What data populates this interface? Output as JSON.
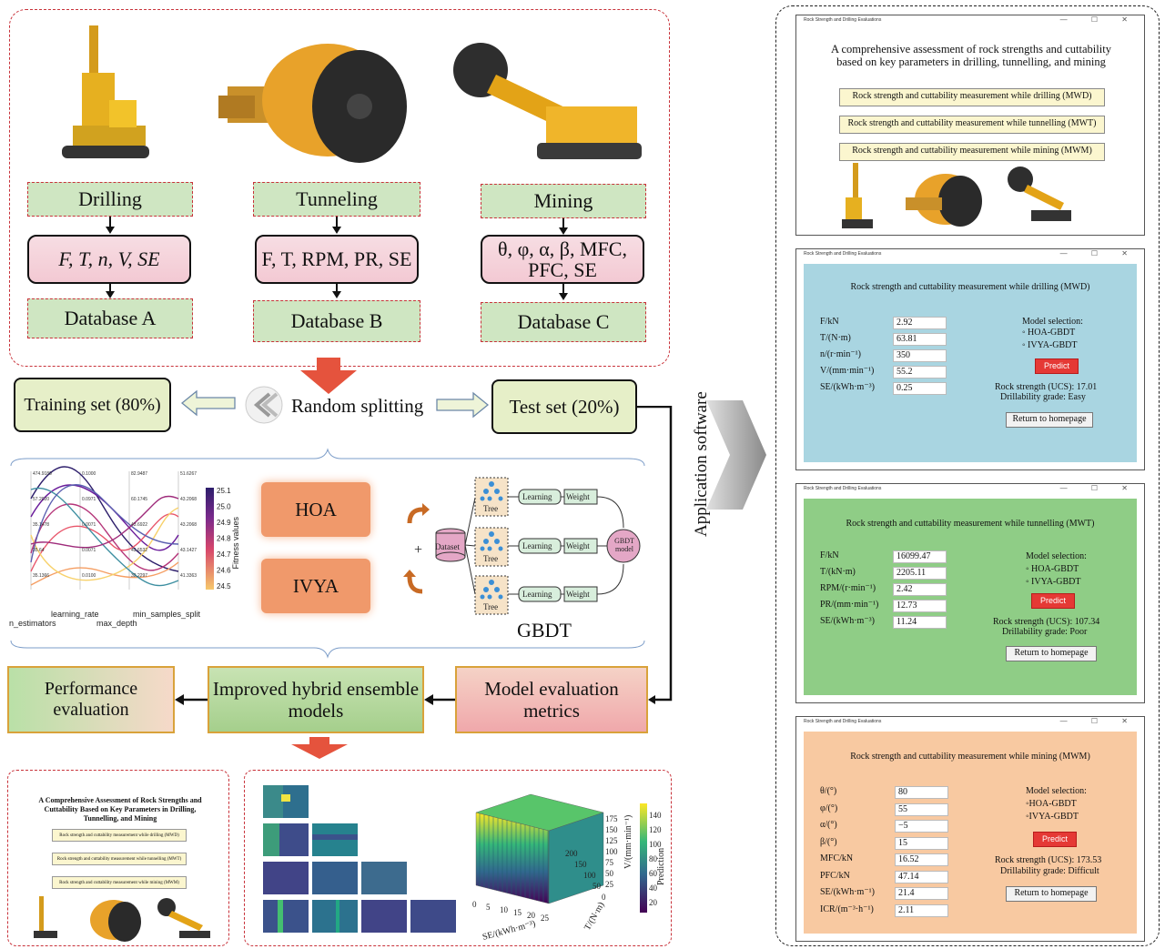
{
  "workflow": {
    "machines": [
      {
        "name": "Drilling",
        "params": "F, T, n, V, SE",
        "db": "Database A"
      },
      {
        "name": "Tunneling",
        "params": "F, T, RPM, PR, SE",
        "db": "Database B"
      },
      {
        "name": "Mining",
        "params": "θ, φ, α, β, MFC, PFC, SE",
        "db": "Database C"
      }
    ],
    "training_set": "Training set (80%)",
    "random_splitting": "Random splitting",
    "test_set": "Test set (20%)",
    "hoa": "HOA",
    "ivya": "IVYA",
    "gbdt_label": "GBDT",
    "dataset": "Dataset",
    "tree": "Tree",
    "learning": "Learning",
    "weight": "Weight",
    "gbdt_model": "GBDT model",
    "plus": "+",
    "performance": "Performance evaluation",
    "hybrid": "Improved hybrid ensemble models",
    "metrics": "Model evaluation metrics",
    "app_software": "Application software"
  },
  "parallel_plot": {
    "axes": [
      "n_estimators",
      "learning_rate",
      "max_depth",
      "min_samples_split"
    ],
    "colorbar_label": "Fitness values",
    "colorbar_ticks": [
      "25.1",
      "25.0",
      "24.9",
      "24.8",
      "24.7",
      "24.6",
      "24.5"
    ],
    "tick_values": [
      "474.9189",
      "57.2020",
      "35.1478",
      "35.64",
      "35.1366",
      "0.1000",
      "0.0971",
      "0.0071",
      "0.0071",
      "0.0100",
      "82.9487",
      "60.1745",
      "43.6922",
      "43.6532",
      "32.2297",
      "51.6267",
      "43.2068",
      "43.2068",
      "43.1427",
      "41.3363"
    ]
  },
  "surface_plot": {
    "xlabel": "SE/(kWh·m⁻³)",
    "ylabel": "T/(N·m)",
    "zlabel": "V/(mm·min⁻¹)",
    "colorbar_label": "Prediction",
    "x_ticks": [
      "0",
      "5",
      "10",
      "15",
      "20",
      "25"
    ],
    "y_ticks": [
      "0",
      "50",
      "100",
      "150",
      "200"
    ],
    "z_ticks": [
      "25",
      "50",
      "75",
      "100",
      "125",
      "150",
      "175"
    ],
    "colorbar_ticks": [
      "140",
      "120",
      "100",
      "80",
      "60",
      "40",
      "20"
    ]
  },
  "mini_home": {
    "title": "A Comprehensive Assessment of Rock Strengths and Cuttability Based on Key Parameters in Drilling, Tunnelling, and Mining",
    "buttons": [
      "Rock strength and cuttability measurement while drilling (MWD)",
      "Rock strength and cuttability measurement while tunnelling (MWT)",
      "Rock strength and cuttability measurement while mining (MWM)"
    ]
  },
  "app": {
    "window_title": "Rock Strength and Drilling Evaluations",
    "home_title": "A comprehensive assessment of rock strengths and cuttability based on key parameters in drilling, tunnelling, and mining",
    "home_buttons": [
      "Rock strength and cuttability measurement while drilling (MWD)",
      "Rock strength and cuttability measurement while tunnelling (MWT)",
      "Rock strength and cuttability measurement while mining (MWM)"
    ],
    "model_selection": "Model selection:",
    "predict": "Predict",
    "return": "Return to homepage",
    "mwd": {
      "title": "Rock strength and cuttability measurement while drilling (MWD)",
      "fields": [
        {
          "label": "F/kN",
          "value": "2.92"
        },
        {
          "label": "T/(N·m)",
          "value": "63.81"
        },
        {
          "label": "n/(r·min⁻¹)",
          "value": "350"
        },
        {
          "label": "V/(mm·min⁻¹)",
          "value": "55.2"
        },
        {
          "label": "SE/(kWh·m⁻³)",
          "value": "0.25"
        }
      ],
      "options": [
        "HOA-GBDT",
        "IVYA-GBDT"
      ],
      "ucs": "Rock strength (UCS): 17.01",
      "grade": "Drillability grade: Easy",
      "color": "#a9d5e1"
    },
    "mwt": {
      "title": "Rock strength and cuttability measurement while tunnelling (MWT)",
      "fields": [
        {
          "label": "F/kN",
          "value": "16099.47"
        },
        {
          "label": "T/(kN·m)",
          "value": "2205.11"
        },
        {
          "label": "RPM/(r·min⁻¹)",
          "value": "2.42"
        },
        {
          "label": "PR/(mm·min⁻¹)",
          "value": "12.73"
        },
        {
          "label": "SE/(kWh·m⁻³)",
          "value": "11.24"
        }
      ],
      "options": [
        "HOA-GBDT",
        "IVYA-GBDT"
      ],
      "ucs": "Rock strength (UCS): 107.34",
      "grade": "Drillability grade: Poor",
      "color": "#8fcd86"
    },
    "mwm": {
      "title": "Rock strength and cuttability measurement while mining (MWM)",
      "fields": [
        {
          "label": "θ/(°)",
          "value": "80"
        },
        {
          "label": "φ/(°)",
          "value": "55"
        },
        {
          "label": "α/(°)",
          "value": "−5"
        },
        {
          "label": "β/(°)",
          "value": "15"
        },
        {
          "label": "MFC/kN",
          "value": "16.52"
        },
        {
          "label": "PFC/kN",
          "value": "47.14"
        },
        {
          "label": "SE/(kWh·m⁻¹)",
          "value": "21.4"
        },
        {
          "label": "ICR/(m⁻³·h⁻¹)",
          "value": "2.11"
        }
      ],
      "options": [
        "HOA-GBDT",
        "IVYA-GBDT"
      ],
      "ucs": "Rock strength (UCS): 173.53",
      "grade": "Drillability grade: Difficult",
      "color": "#f8c9a1"
    }
  },
  "colors": {
    "accent_red": "#e5533d",
    "dash_red": "#c8323a",
    "orange": "#f0996b"
  }
}
